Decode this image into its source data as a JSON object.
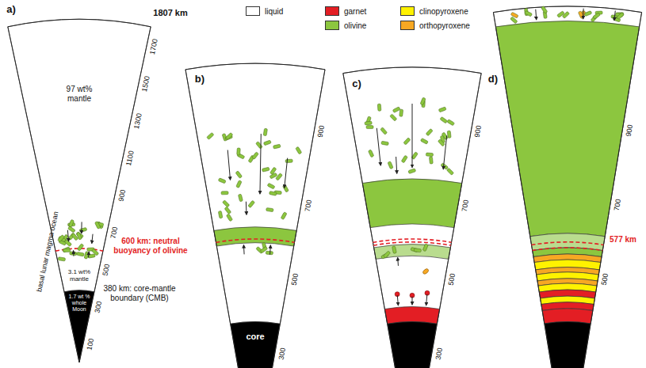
{
  "diagram": {
    "labels": [
      "a)",
      "1807 km",
      "1700",
      "1500",
      "1300",
      "1100",
      "900",
      "700",
      "500",
      "300",
      "100",
      "97 wt% mantle",
      "600 km: neutral buoyancy of olivine",
      "3.1 wt% mantle",
      "380 km: core-mantle boundary (CMB)",
      "1.7 wt % whole Moon",
      "basal lunar magma ocean",
      "b)",
      "900",
      "700",
      "500",
      "300",
      "core",
      "c)",
      "900",
      "700",
      "500",
      "300",
      "d)",
      "900",
      "700",
      "500",
      "577 km"
    ],
    "legend": [
      {
        "text": "liquid",
        "color": "#ffffff"
      },
      {
        "text": "garnet",
        "color": "#e31e24"
      },
      {
        "text": "olivine",
        "color": "#8cc63f"
      },
      {
        "text": "clinopyroxene",
        "color": "#fff200"
      },
      {
        "text": "orthopyroxene",
        "color": "#f7a823"
      }
    ]
  }
}
